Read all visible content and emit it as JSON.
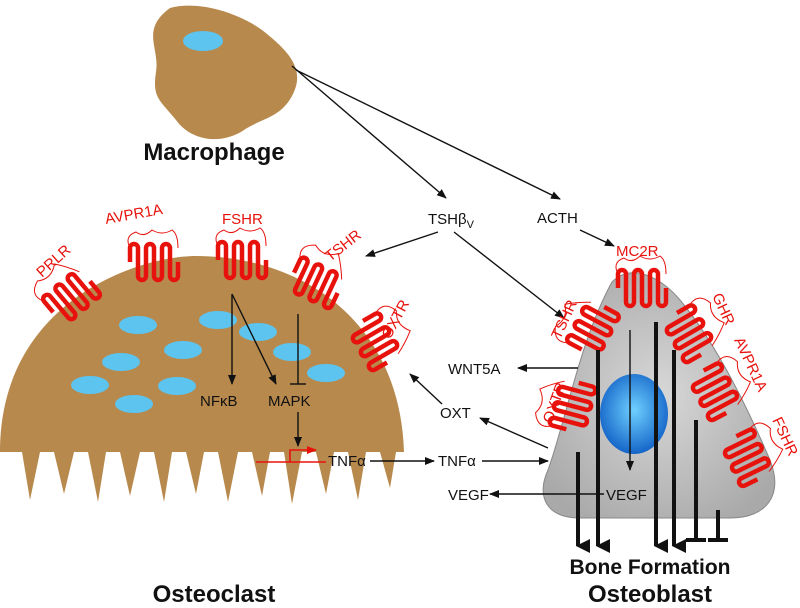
{
  "cells": {
    "macrophage": "Macrophage",
    "osteoclast": "Osteoclast",
    "osteoblast": "Osteoblast"
  },
  "hormones": {
    "tshbv_main": "TSHβ",
    "tshbv_sub": "V",
    "acth": "ACTH"
  },
  "osteoclast_receptors": {
    "prlr": "PRLR",
    "avpr1a": "AVPR1A",
    "fshr": "FSHR",
    "tshr": "TSHR",
    "oxtr": "OXTR"
  },
  "osteoclast_signals": {
    "nfkb": "NFκB",
    "mapk": "MAPK",
    "tnfa": "TNFα"
  },
  "osteoblast_receptors": {
    "mc2r": "MC2R",
    "tshr": "TSHR",
    "ghr": "GHR",
    "avpr1a": "AVPR1A",
    "oxtr": "OXTR",
    "fshr": "FSHR"
  },
  "osteoblast_signals": {
    "wnt5a": "WNT5A",
    "oxt": "OXT",
    "tnfa": "TNFα",
    "vegf_out": "VEGF",
    "vegf_in": "VEGF"
  },
  "outcome": {
    "bone_formation": "Bone Formation"
  },
  "colors": {
    "cell_body": "#b8894d",
    "nucleus": "#5cc4ee",
    "receptor": "#e8120c",
    "osteoblast_body": "#c6c6c6",
    "osteoblast_nucleus": "#1e7fd8"
  }
}
